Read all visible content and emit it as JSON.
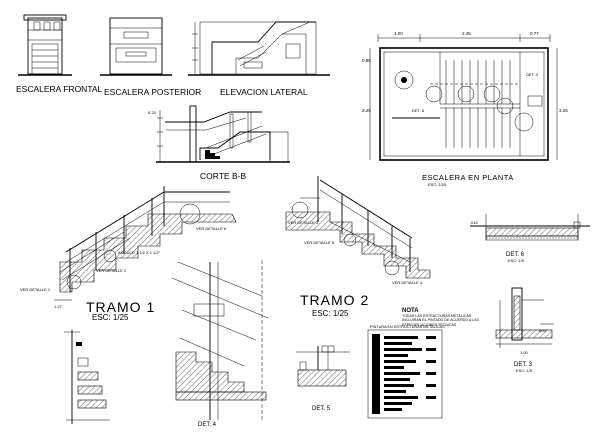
{
  "views": {
    "frontal": "ESCALERA FRONTAL",
    "posterior": "ESCALERA POSTERIOR",
    "lateral": "ELEVACION LATERAL",
    "corte": "CORTE B-B",
    "planta": "ESCALERA EN PLANTA",
    "planta_scale": "ESC: 1/25"
  },
  "tramo1": {
    "title": "TRAMO 1",
    "scale": "ESC: 1/25"
  },
  "tramo2": {
    "title": "TRAMO 2",
    "scale": "ESC: 1/25"
  },
  "details": {
    "det6": "DET. 6",
    "det6_scale": "ESC: 1/5",
    "det3": "DET. 3",
    "det3_scale": "ESC: 1/5",
    "det5": "DET. 5",
    "det4": "DET. 4",
    "det8": "DET. 8"
  },
  "callouts": {
    "ver_det_1": "VER DETALLE 1",
    "ver_det_2": "VER DETALLE 2",
    "ver_det_3": "VER DETALLE 3",
    "ver_det_4": "VER DETALLE 4",
    "ver_det_5": "VER DETALLE 5",
    "ver_det_6": "VER DETALLE 6",
    "angulo": "ANGULO 1 1/2 X 1 1/2\""
  },
  "note": {
    "title": "NOTA",
    "text": "TODAS LAS ESTRUCTURAS METALICAS INCLUIRAN EL PINTADO DE ACUERDO A LAS ESPECIFICACIONES TECNICAS"
  },
  "table_title": "PINTURA EN ESTRUCTURAS METALICAS",
  "dims": {
    "plan_top": [
      "1.00",
      "2.45",
      "0.77"
    ],
    "plan_left": [
      "0.85",
      "3.25"
    ],
    "plan_right": "3.25",
    "det_s": "DET. 3",
    "tramo1_base": "1.27",
    "d_015": ".015",
    "d_005": ".005",
    "d_025": "0.25",
    "d_100": "1.00"
  }
}
